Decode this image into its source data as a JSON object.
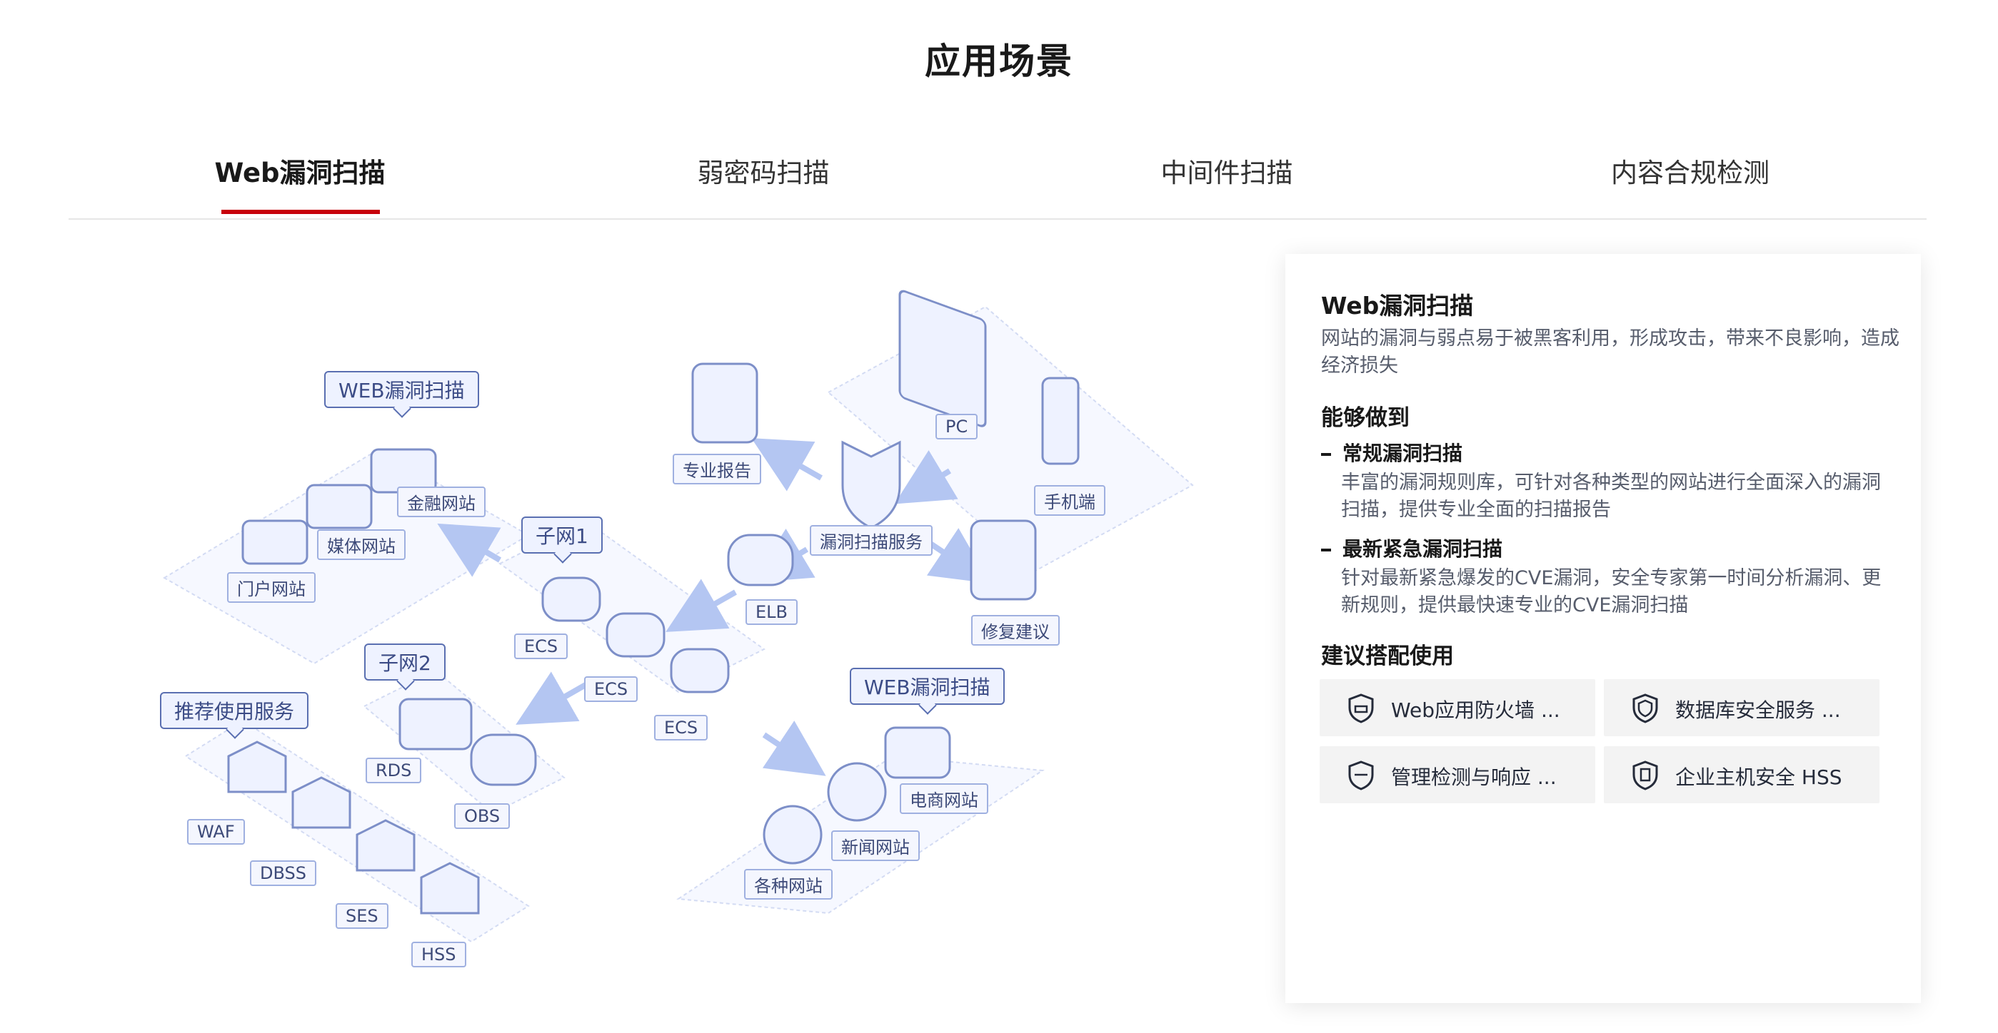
{
  "page": {
    "title": "应用场景"
  },
  "tabs": [
    {
      "label": "Web漏洞扫描"
    },
    {
      "label": "弱密码扫描"
    },
    {
      "label": "中间件扫描"
    },
    {
      "label": "内容合规检测"
    }
  ],
  "diagram": {
    "web_scan_left": "WEB漏洞扫描",
    "web_scan_right": "WEB漏洞扫描",
    "subnet1": "子网1",
    "subnet2": "子网2",
    "recommended": "推荐使用服务",
    "finance_site": "金融网站",
    "media_site": "媒体网站",
    "portal_site": "门户网站",
    "report": "专业报告",
    "pc": "PC",
    "mobile": "手机端",
    "scan_service": "漏洞扫描服务",
    "elb": "ELB",
    "repair": "修复建议",
    "ecs1": "ECS",
    "ecs2": "ECS",
    "ecs3": "ECS",
    "rds": "RDS",
    "obs": "OBS",
    "waf": "WAF",
    "dbss": "DBSS",
    "ses": "SES",
    "hss": "HSS",
    "ecommerce_site": "电商网站",
    "news_site": "新闻网站",
    "various_sites": "各种网站"
  },
  "panel": {
    "title": "Web漏洞扫描",
    "desc": "网站的漏洞与弱点易于被黑客利用，形成攻击，带来不良影响，造成经济损失",
    "capabilities_heading": "能够做到",
    "items": [
      {
        "title": "常规漏洞扫描",
        "desc": "丰富的漏洞规则库，可针对各种类型的网站进行全面深入的漏洞扫描，提供专业全面的扫描报告"
      },
      {
        "title": "最新紧急漏洞扫描",
        "desc": "针对最新紧急爆发的CVE漏洞，安全专家第一时间分析漏洞、更新规则，提供最快速专业的CVE漏洞扫描"
      }
    ],
    "recommend_heading": "建议搭配使用",
    "services": [
      {
        "label": "Web应用防火墙 ...",
        "icon": "shield-icon"
      },
      {
        "label": "数据库安全服务 ...",
        "icon": "shield-icon"
      },
      {
        "label": "管理检测与响应 ...",
        "icon": "shield-icon"
      },
      {
        "label": "企业主机安全 HSS",
        "icon": "shield-icon"
      }
    ]
  },
  "colors": {
    "accent": "#c7000b",
    "tag_border": "#5a6fb1",
    "iso_fill": "#eef2ff"
  }
}
